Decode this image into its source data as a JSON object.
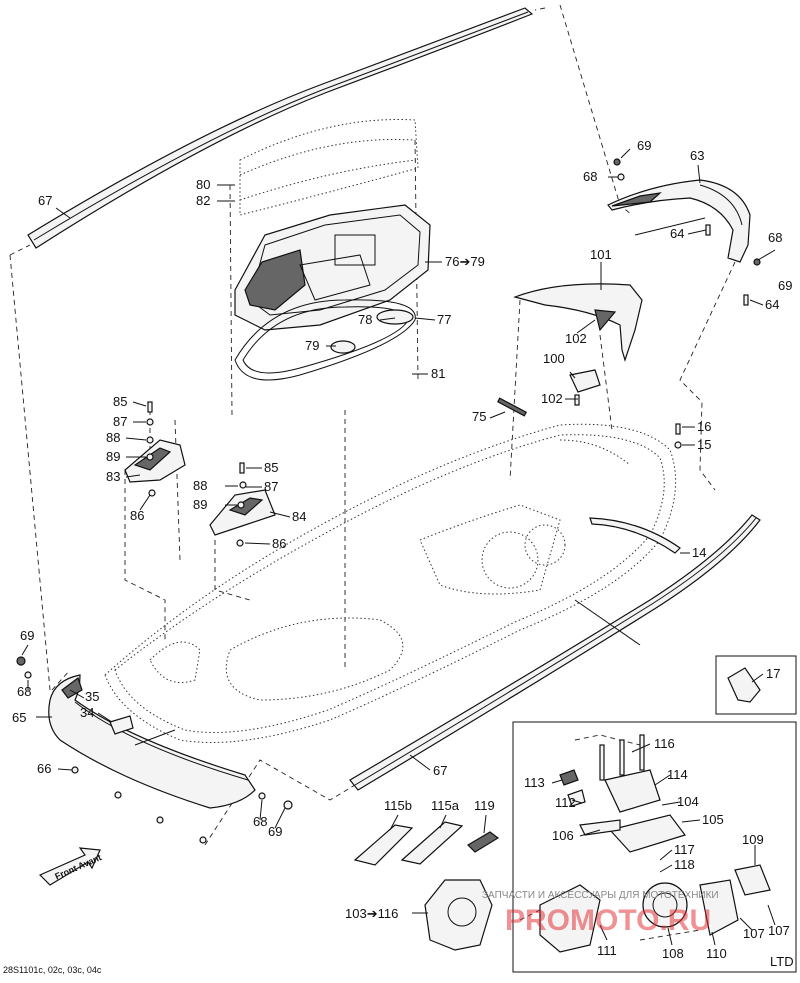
{
  "diagram": {
    "footer_code": "28S1101c, 02c, 03c, 04c",
    "front_label": "Front Avant",
    "ltd_label": "LTD",
    "watermark_text": "ЗАПЧАСТИ И АКСЕССУАРЫ ДЛЯ МОТОТЕХНИКИ",
    "watermark_brand": "PROMOTO.RU",
    "callouts": [
      "67",
      "69",
      "68",
      "63",
      "64",
      "68",
      "69",
      "64",
      "80",
      "82",
      "76➔79",
      "78",
      "77",
      "79",
      "81",
      "101",
      "102",
      "100",
      "102",
      "75",
      "16",
      "15",
      "85",
      "87",
      "88",
      "89",
      "83",
      "86",
      "88",
      "89",
      "85",
      "87",
      "84",
      "86",
      "14",
      "17",
      "69",
      "68",
      "35",
      "34",
      "65",
      "66",
      "67",
      "68",
      "69",
      "115b",
      "115a",
      "119",
      "103➔116",
      "116",
      "113",
      "114",
      "112",
      "104",
      "106",
      "105",
      "117",
      "118",
      "109",
      "111",
      "108",
      "110",
      "107",
      "107"
    ]
  }
}
